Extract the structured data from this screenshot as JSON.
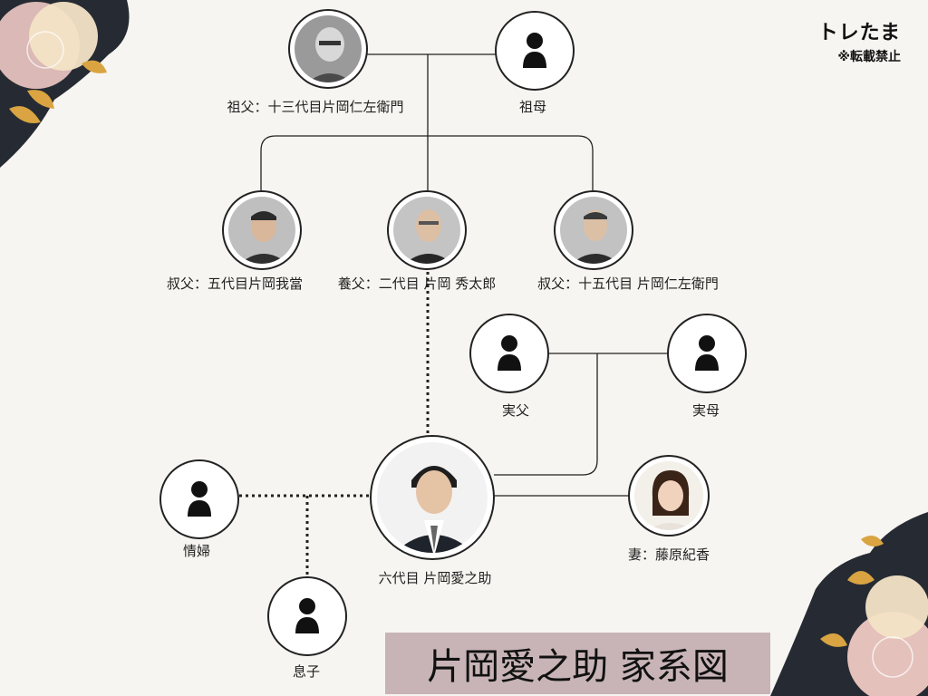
{
  "title": "片岡愛之助 家系図",
  "brand": {
    "logo": "トレたま",
    "note": "※転載禁止"
  },
  "colors": {
    "background": "#f7f5f1",
    "title_box": "#c8b4b6",
    "line": "#222222",
    "flower_pink": "#efc9c4",
    "flower_cream": "#f3e3c6",
    "leaf_gold": "#d9a441",
    "dark_shape": "#262b33"
  },
  "people": {
    "grandfather": {
      "label": "祖父：十三代目片岡仁左衛門"
    },
    "grandmother": {
      "label": "祖母"
    },
    "uncle1": {
      "label": "叔父：五代目片岡我當"
    },
    "adoptive_father": {
      "label": "養父：二代目 片岡 秀太郎"
    },
    "uncle2": {
      "label": "叔父：十五代目 片岡仁左衛門"
    },
    "father": {
      "label": "実父"
    },
    "mother": {
      "label": "実母"
    },
    "self": {
      "label": "六代目 片岡愛之助"
    },
    "wife": {
      "label": "妻：藤原紀香"
    },
    "mistress": {
      "label": "情婦"
    },
    "son": {
      "label": "息子"
    }
  }
}
